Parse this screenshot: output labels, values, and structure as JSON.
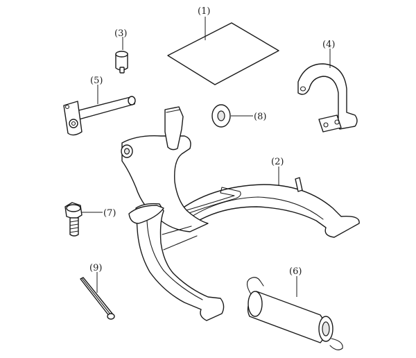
{
  "callouts": {
    "c1": "(1)",
    "c2": "(2)",
    "c3": "(3)",
    "c4": "(4)",
    "c5": "(5)",
    "c6": "(6)",
    "c7": "(7)",
    "c8": "(8)",
    "c9": "(9)"
  }
}
